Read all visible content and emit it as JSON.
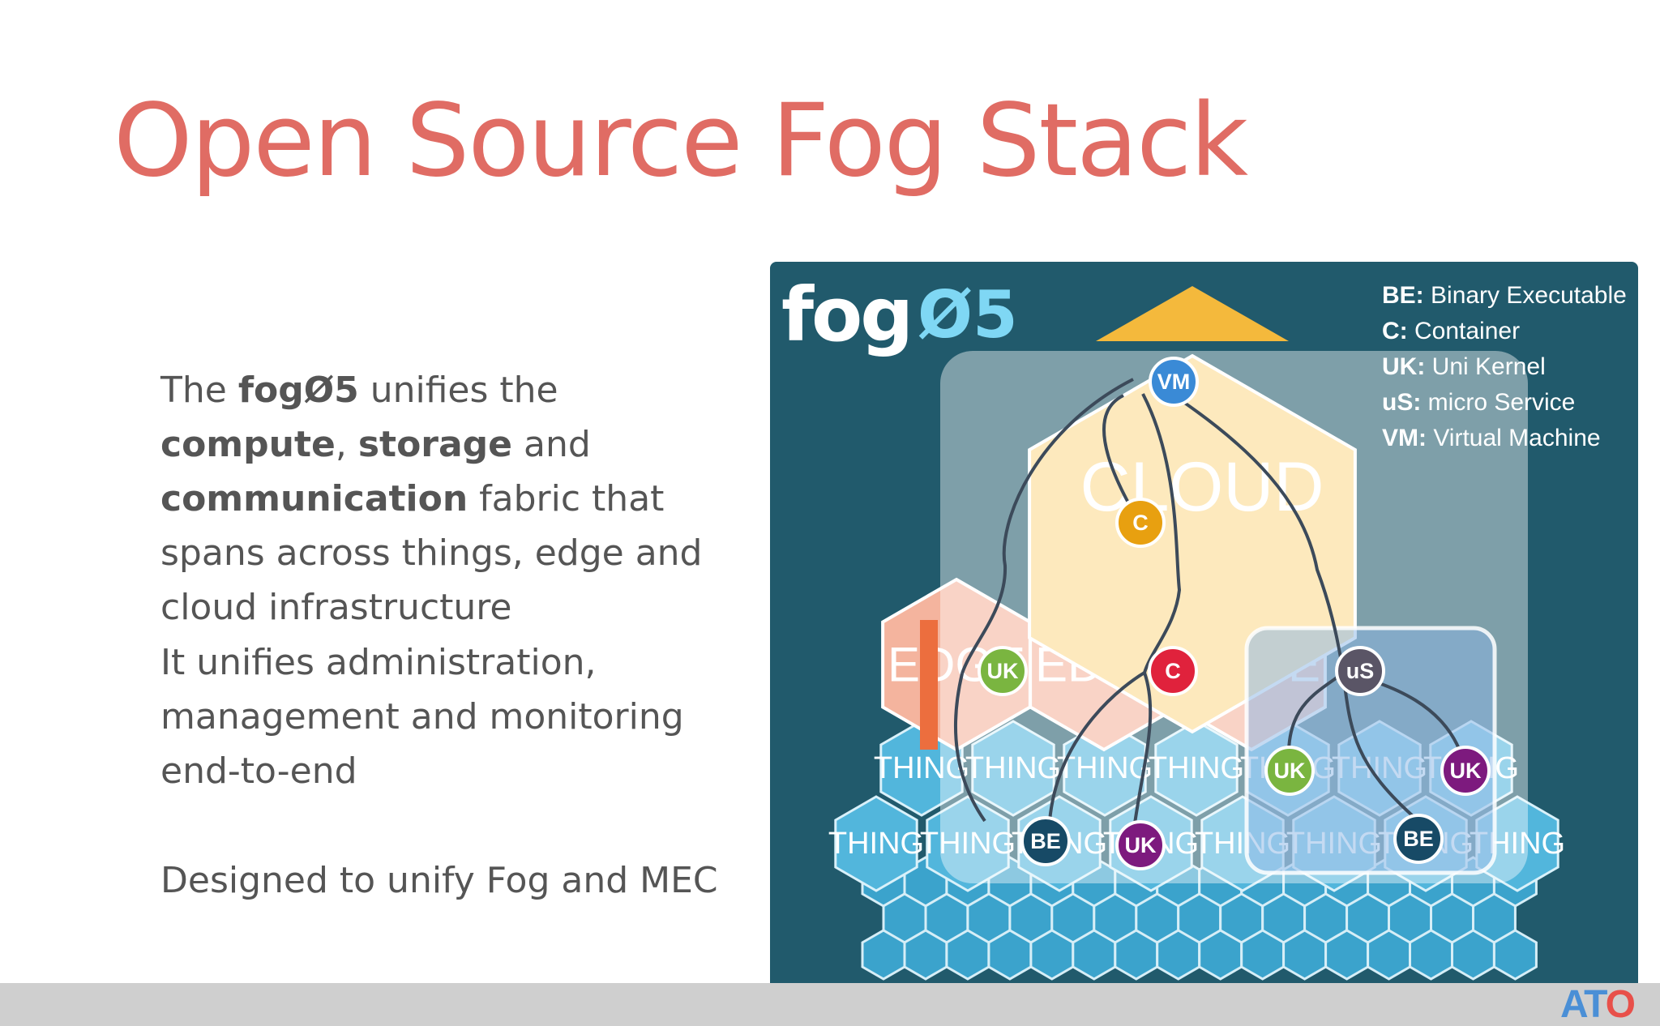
{
  "slide": {
    "title": "Open Source Fog Stack",
    "paragraph1": {
      "t1": "The ",
      "b1": "fogØ5",
      "t2": " unifies the ",
      "b2": "compute",
      "t3": ", ",
      "b3": "storage",
      "t4": " and ",
      "b4": "communication",
      "t5": " fabric that spans across things, edge and cloud infrastructure"
    },
    "paragraph2": "It unifies administration, management and monitoring end-to-end",
    "paragraph3": "Designed to unify Fog and MEC"
  },
  "diagram": {
    "logo_word": "fog",
    "logo_suffix": "Ø5",
    "layers": {
      "cloud": "CLOUD",
      "edge": "EDGE",
      "thing": "THING"
    },
    "legend": [
      {
        "abbr": "BE:",
        "text": "Binary Executable"
      },
      {
        "abbr": "C:",
        "text": "Container"
      },
      {
        "abbr": "UK:",
        "text": "Uni Kernel"
      },
      {
        "abbr": "uS:",
        "text": "micro Service"
      },
      {
        "abbr": "VM:",
        "text": "Virtual Machine"
      }
    ],
    "nodes": {
      "vm": "VM",
      "c_cloud": "C",
      "uk_edge": "UK",
      "c_edge": "C",
      "us_edge": "uS",
      "be_thing_left": "BE",
      "uk_thing_mid": "UK",
      "uk_thing_right1": "UK",
      "uk_thing_right2": "UK",
      "be_thing_right": "BE"
    },
    "colors": {
      "panel": "#215a6c",
      "cloud": "#fbd98e",
      "edge": "#f4b49e",
      "thing": "#3aa8d0",
      "vm": "#3a8ad6",
      "container": "#e8a010",
      "container_red": "#e0223c",
      "unikernel": "#7ab540",
      "unikernel_purple": "#7d1a7e",
      "binary": "#174a66",
      "microservice": "#5a5566"
    }
  },
  "footer": {
    "brand_a": "AT",
    "brand_b": "O"
  }
}
